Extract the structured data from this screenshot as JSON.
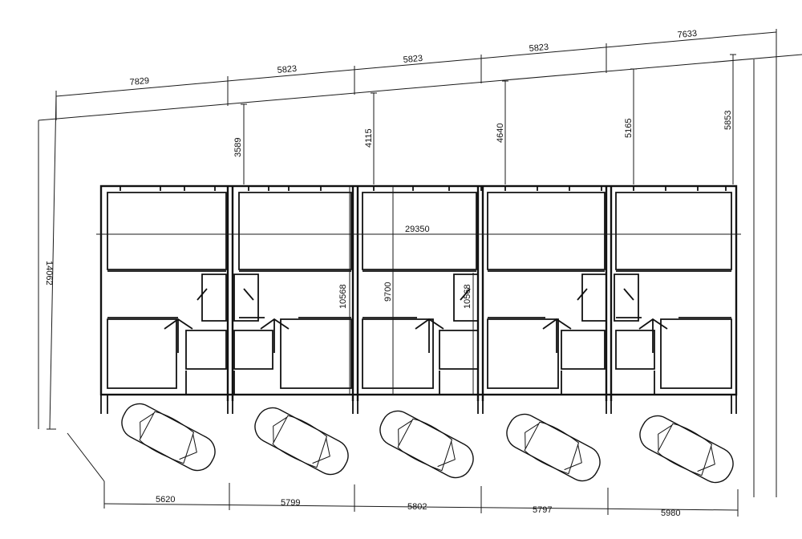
{
  "top_dimensions": [
    "7829",
    "5823",
    "5823",
    "5823",
    "7633"
  ],
  "front_setbacks": [
    "3589",
    "4115",
    "4640",
    "5165",
    "5853"
  ],
  "overall_depth": "14062",
  "overall_width": "29350",
  "internal_dimensions": [
    "10568",
    "9700",
    "10568"
  ],
  "bottom_dimensions": [
    "5620",
    "5799",
    "5802",
    "5797",
    "5980"
  ]
}
